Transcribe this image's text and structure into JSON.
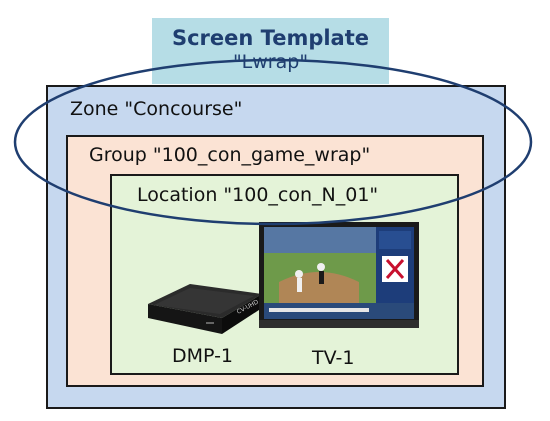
{
  "template": {
    "title": "Screen Template",
    "name": "\"Lwrap\""
  },
  "zone": {
    "label": "Zone \"Concourse\""
  },
  "group": {
    "label": "Group \"100_con_game_wrap\""
  },
  "location": {
    "label": "Location \"100_con_N_01\""
  },
  "devices": [
    {
      "label": "DMP-1",
      "icon": "media-player-device"
    },
    {
      "label": "TV-1",
      "icon": "television-screen"
    }
  ],
  "colors": {
    "template_bg": "#b6dde6",
    "template_text": "#1f3e70",
    "zone_bg": "#c6d8ef",
    "group_bg": "#fbe3d4",
    "location_bg": "#e4f3d8",
    "ellipse_stroke": "#1f3e70"
  }
}
